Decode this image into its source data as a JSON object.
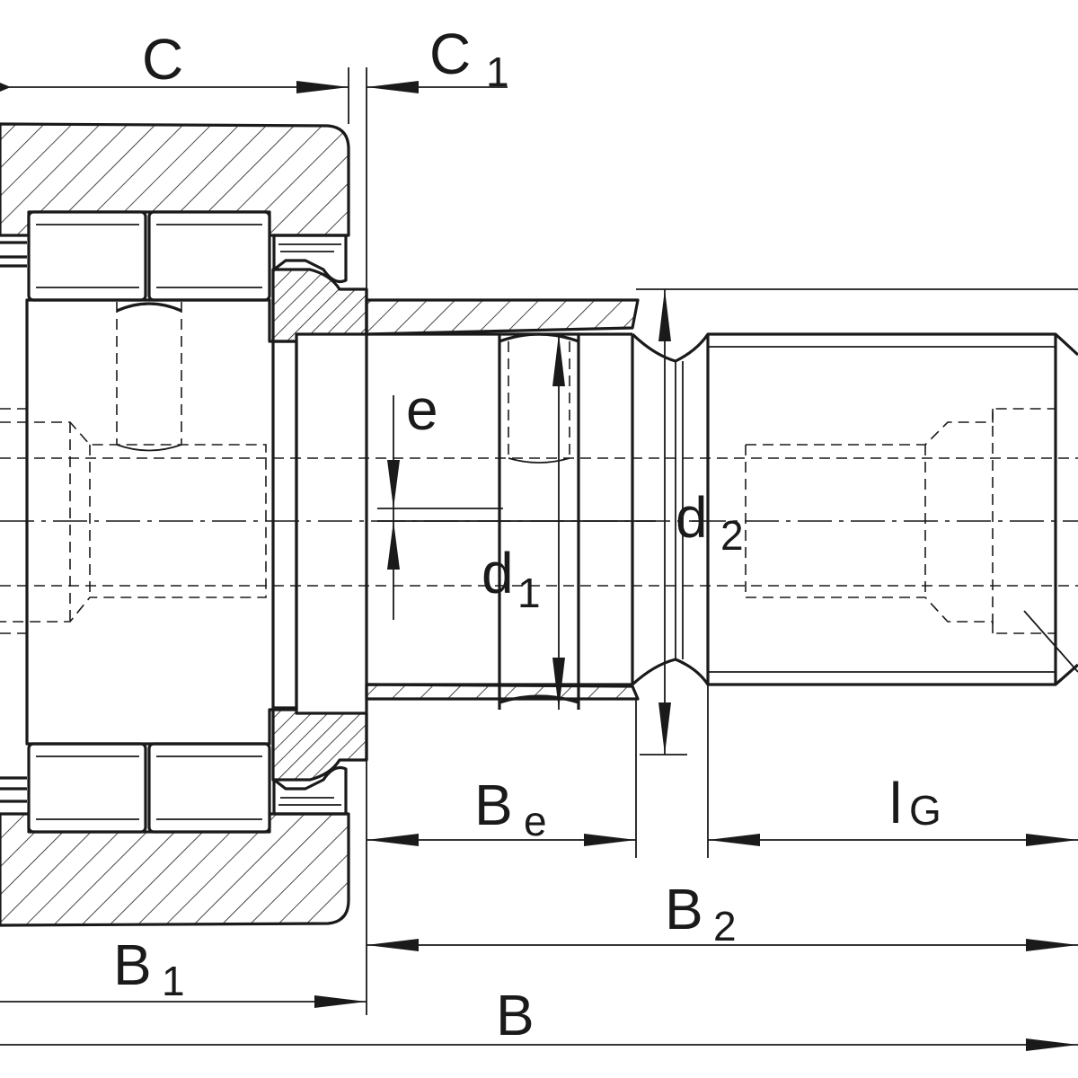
{
  "labels": {
    "C": "C",
    "C1": {
      "main": "C",
      "sub": "1"
    },
    "e": "e",
    "d1": {
      "main": "d",
      "sub": "1"
    },
    "d2": {
      "main": "d",
      "sub": "2"
    },
    "Be": {
      "main": "B",
      "sub": "e"
    },
    "lG": {
      "main": "l",
      "sub": "G"
    },
    "B2": {
      "main": "B",
      "sub": "2"
    },
    "B1": {
      "main": "B",
      "sub": "1"
    },
    "B": "B"
  }
}
